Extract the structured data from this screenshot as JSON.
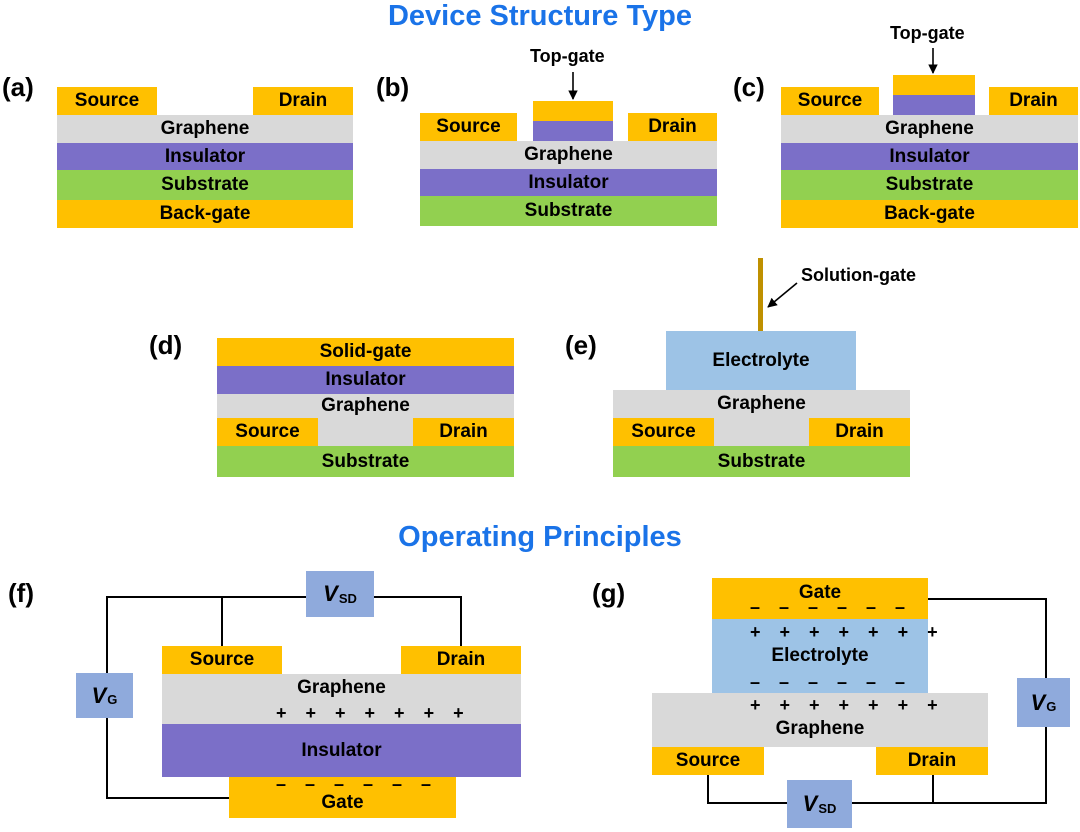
{
  "titles": {
    "device_structure": "Device Structure Type",
    "operating_principles": "Operating Principles"
  },
  "panel_labels": {
    "a": "(a)",
    "b": "(b)",
    "c": "(c)",
    "d": "(d)",
    "e": "(e)",
    "f": "(f)",
    "g": "(g)"
  },
  "layers": {
    "source": "Source",
    "drain": "Drain",
    "graphene": "Graphene",
    "insulator": "Insulator",
    "substrate": "Substrate",
    "back_gate": "Back-gate",
    "solid_gate": "Solid-gate",
    "electrolyte": "Electrolyte",
    "gate": "Gate"
  },
  "annotations": {
    "top_gate": "Top-gate",
    "solution_gate": "Solution-gate"
  },
  "charges": {
    "positive": "+ + + + + + +",
    "negative": "– – – – – –"
  },
  "voltages": {
    "v": "V",
    "sd_sub": "SD",
    "g_sub": "G"
  },
  "colors": {
    "title_blue": "#1a73e8",
    "gold_electrode": "#ffc000",
    "graphene_gray": "#d9d9d9",
    "insulator_purple": "#7b6fc8",
    "substrate_green": "#92d050",
    "electrolyte_blue": "#9dc3e6",
    "voltage_box_blue": "#8faadc",
    "solution_gate_rod": "#bf9000"
  }
}
